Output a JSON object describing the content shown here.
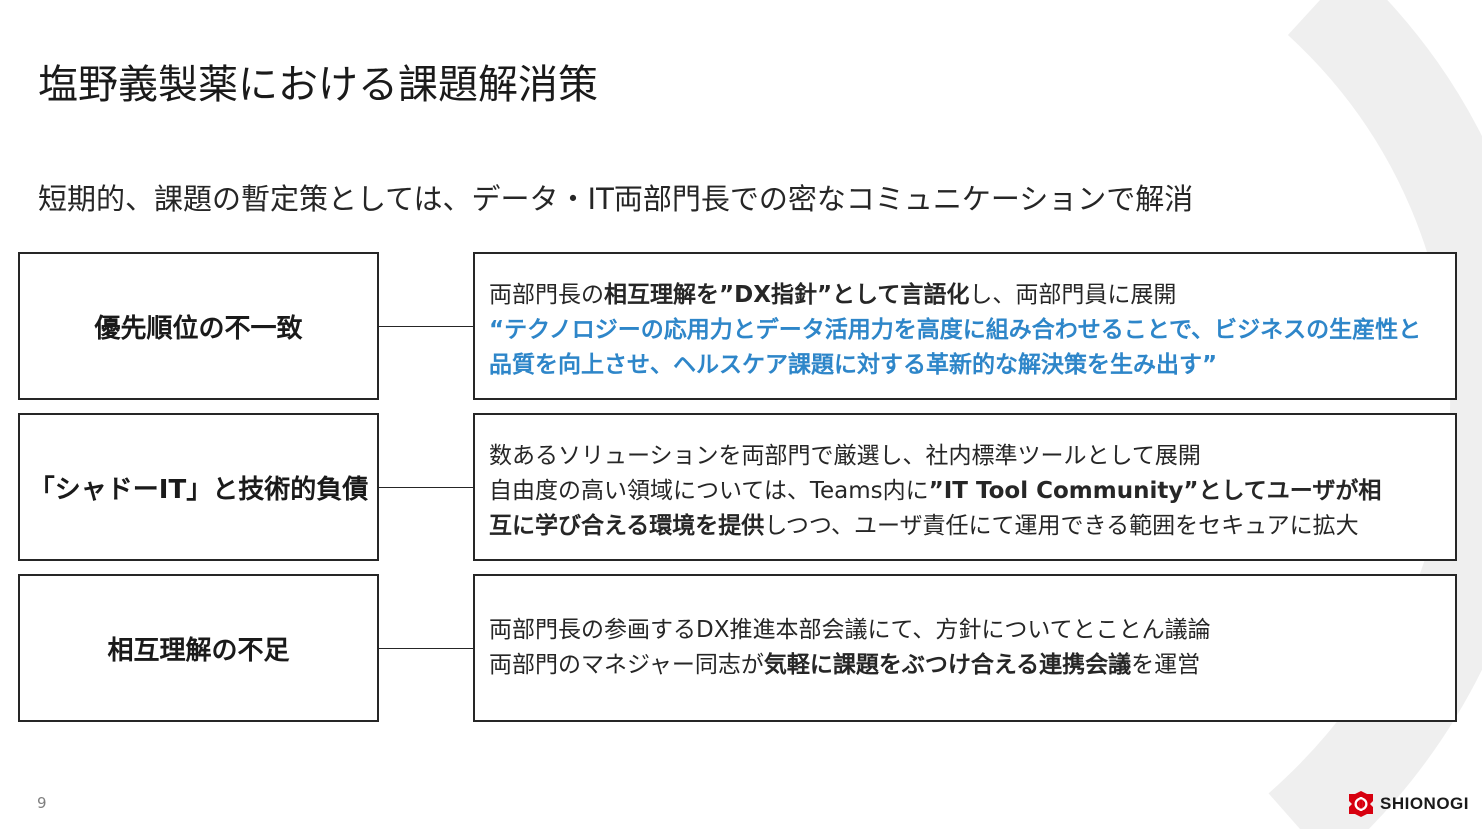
{
  "slide": {
    "title": "塩野義製薬における課題解消策",
    "subtitle": "短期的、課題の暫定策としては、データ・IT両部門長での密なコミュニケーションで解消",
    "page_number": "9",
    "logo_text": "SHIONOGI",
    "accent_color": "#2e86c9",
    "logo_color": "#d7000f"
  },
  "rows": [
    {
      "issue": "優先順位の不一致",
      "solution": {
        "l1_a": "両部門長の",
        "l1_b": "相互理解を”DX指針”として言語化",
        "l1_c": "し、両部門員に展開",
        "quote": "“テクノロジーの応用力とデータ活用力を高度に組み合わせることで、ビジネスの生産性と品質を向上させ、ヘルスケア課題に対する革新的な解決策を生み出す”"
      }
    },
    {
      "issue": "「シャドーIT」と技術的負債",
      "solution": {
        "l1": "数あるソリューションを両部門で厳選し、社内標準ツールとして展開",
        "l2_a": "自由度の高い領域については、Teams内に",
        "l2_b": "”IT Tool Community”としてユーザが相",
        "l3_a": "互に学び合える環境を提供",
        "l3_b": "しつつ、ユーザ責任にて運用できる範囲をセキュアに拡大"
      }
    },
    {
      "issue": "相互理解の不足",
      "solution": {
        "l1": "両部門長の参画するDX推進本部会議にて、方針についてとことん議論",
        "l2_a": "両部門のマネジャー同志が",
        "l2_b": "気軽に課題をぶつけ合える連携会議",
        "l2_c": "を運営"
      }
    }
  ]
}
